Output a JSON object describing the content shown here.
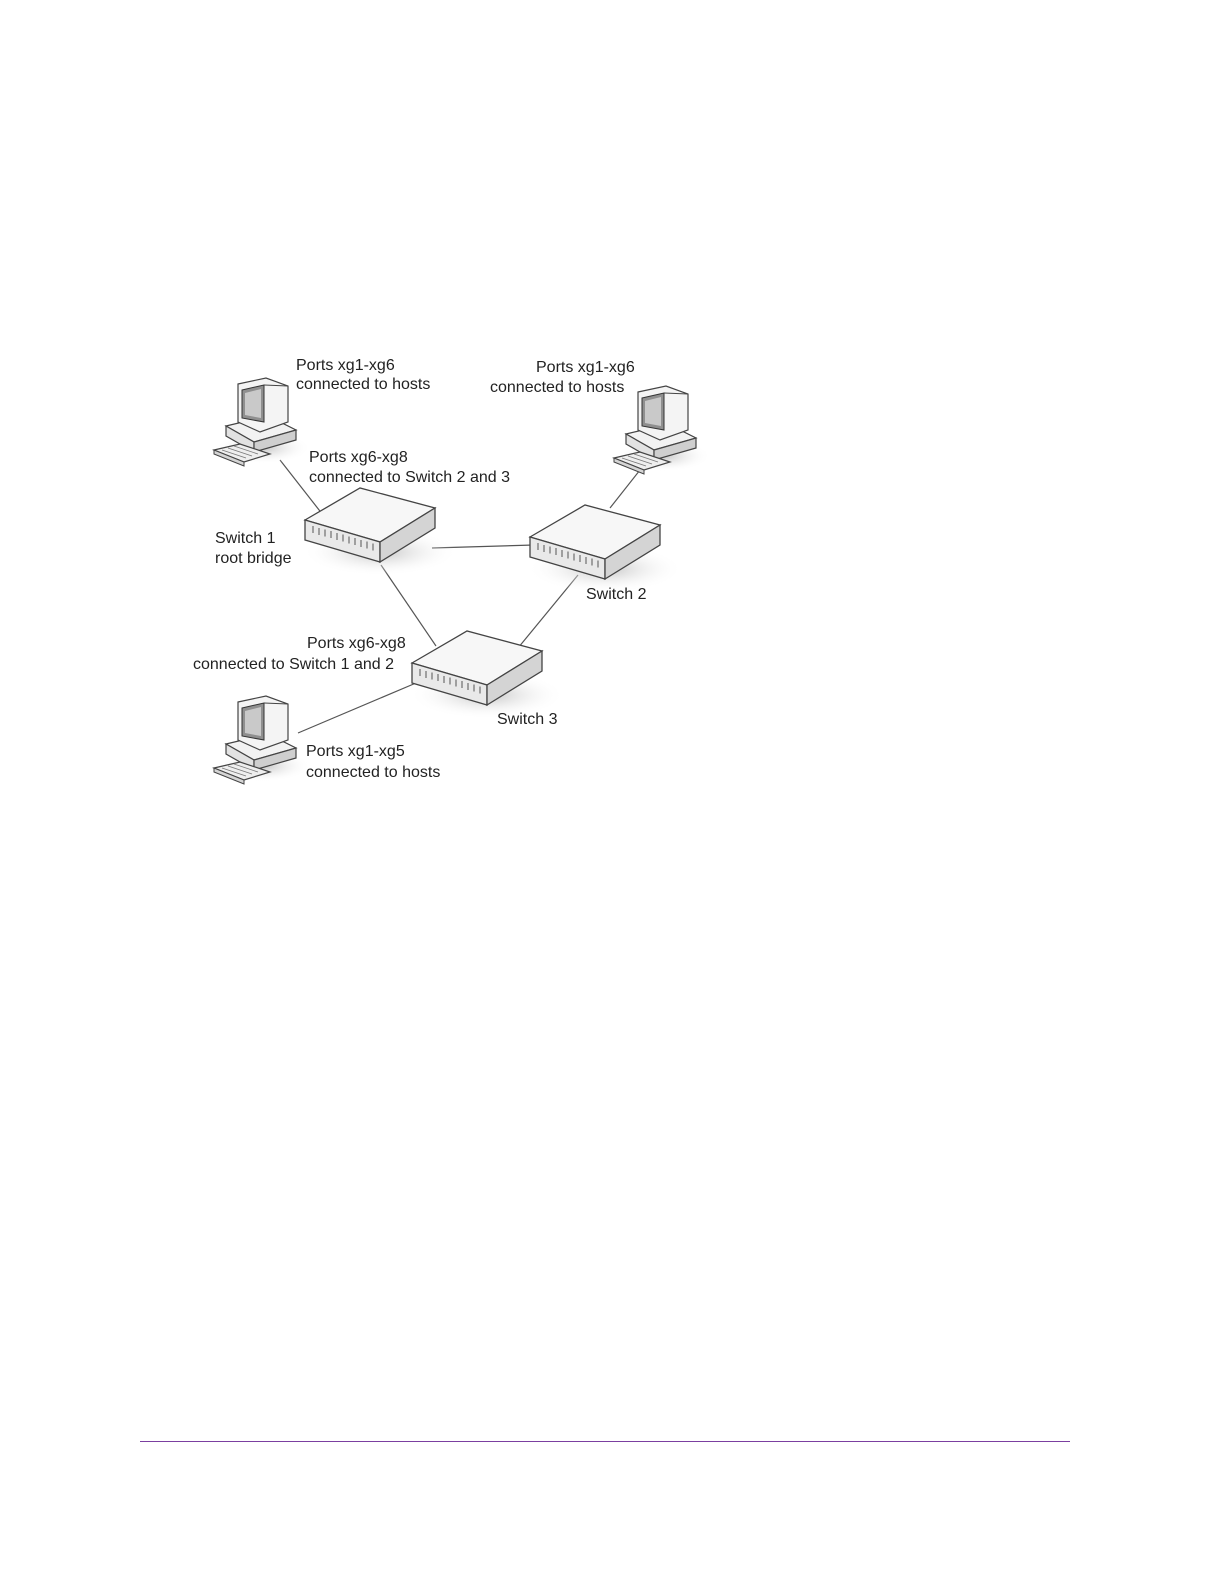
{
  "diagram": {
    "labels": {
      "s1_hosts": [
        "Ports xg1-xg6",
        "connected to hosts"
      ],
      "s1_uplinks": [
        "Ports xg6-xg8",
        "connected to Switch 2 and 3"
      ],
      "s1_name": [
        "Switch 1",
        "root bridge"
      ],
      "s2_hosts": [
        "Ports xg1-xg6",
        "connected to hosts"
      ],
      "s2_name": [
        "Switch 2"
      ],
      "s3_uplinks": [
        "Ports xg6-xg8",
        "connected to Switch 1 and 2"
      ],
      "s3_name": [
        "Switch 3"
      ],
      "s3_hosts": [
        "Ports xg1-xg5",
        "connected to hosts"
      ]
    },
    "icons": {
      "switch": "network-switch-icon",
      "host": "desktop-computer-icon"
    }
  },
  "colors": {
    "footer_rule": "#7b3fa0",
    "link_line": "#555555"
  }
}
